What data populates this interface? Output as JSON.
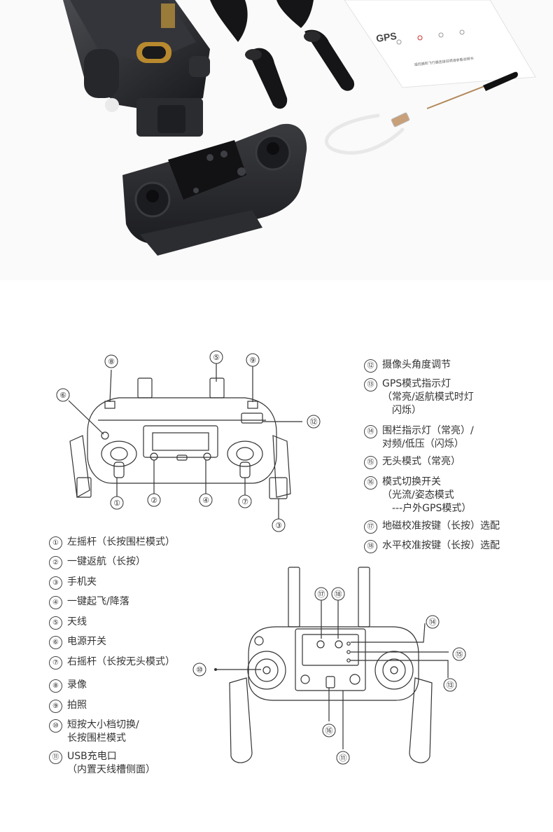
{
  "manual_card": {
    "brand": "GPS",
    "caption": "遥控器和飞行器连接说明请参看说明书"
  },
  "callouts": [
    {
      "num": "①",
      "lines": [
        "左摇杆（长按围栏模式）"
      ]
    },
    {
      "num": "②",
      "lines": [
        "一键返航（长按）"
      ]
    },
    {
      "num": "③",
      "lines": [
        "手机夹"
      ]
    },
    {
      "num": "④",
      "lines": [
        "一键起飞/降落"
      ]
    },
    {
      "num": "⑤",
      "lines": [
        "天线"
      ]
    },
    {
      "num": "⑥",
      "lines": [
        "电源开关"
      ]
    },
    {
      "num": "⑦",
      "lines": [
        "右摇杆（长按无头模式）"
      ]
    },
    {
      "num": "⑧",
      "lines": [
        "录像"
      ]
    },
    {
      "num": "⑨",
      "lines": [
        "拍照"
      ]
    },
    {
      "num": "⑩",
      "lines": [
        "短按大小档切换/",
        "长按围栏模式"
      ]
    },
    {
      "num": "⑪",
      "lines": [
        "USB充电口",
        "（内置天线槽侧面）"
      ]
    },
    {
      "num": "⑫",
      "lines": [
        "摄像头角度调节"
      ]
    },
    {
      "num": "⑬",
      "lines": [
        "GPS模式指示灯",
        "（常亮/返航模式时灯",
        "闪烁）"
      ]
    },
    {
      "num": "⑭",
      "lines": [
        "围栏指示灯（常亮）/",
        "对频/低压（闪烁）"
      ]
    },
    {
      "num": "⑮",
      "lines": [
        "无头模式（常亮）"
      ]
    },
    {
      "num": "⑯",
      "lines": [
        "模式切换开关",
        "（光流/姿态模式",
        "---户外GPS模式）"
      ]
    },
    {
      "num": "⑰",
      "lines": [
        "地磁校准按键（长按）选配"
      ]
    },
    {
      "num": "⑱",
      "lines": [
        "水平校准按键（长按）选配"
      ]
    }
  ],
  "markers": [
    "①",
    "②",
    "③",
    "④",
    "⑤",
    "⑥",
    "⑦",
    "⑧",
    "⑨",
    "⑩",
    "⑪",
    "⑫",
    "⑬",
    "⑭",
    "⑮",
    "⑯",
    "⑰",
    "⑱"
  ],
  "colors": {
    "line": "#333333",
    "dark_product": "#2a2b2e",
    "background": "#ffffff"
  }
}
